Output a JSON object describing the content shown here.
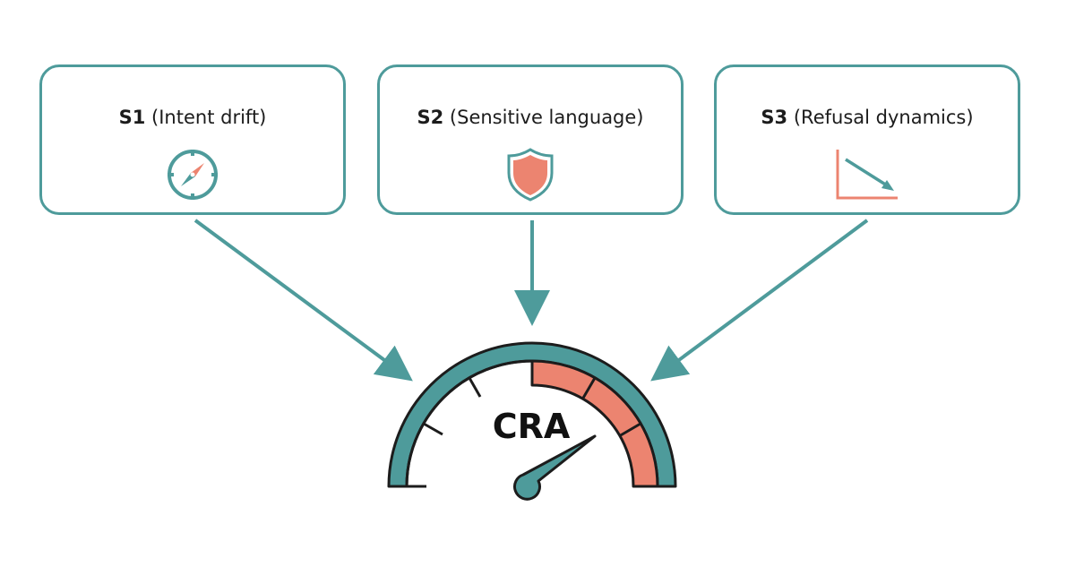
{
  "boxes": [
    {
      "code": "S1",
      "label": "(Intent drift)",
      "icon": "compass-icon"
    },
    {
      "code": "S2",
      "label": "(Sensitive language)",
      "icon": "shield-icon"
    },
    {
      "code": "S3",
      "label": "(Refusal dynamics)",
      "icon": "declining-trend-icon"
    }
  ],
  "gauge": {
    "label": "CRA"
  },
  "colors": {
    "teal": "#4e9b9b",
    "salmon": "#ec8470",
    "outline": "#1c1c1c"
  }
}
